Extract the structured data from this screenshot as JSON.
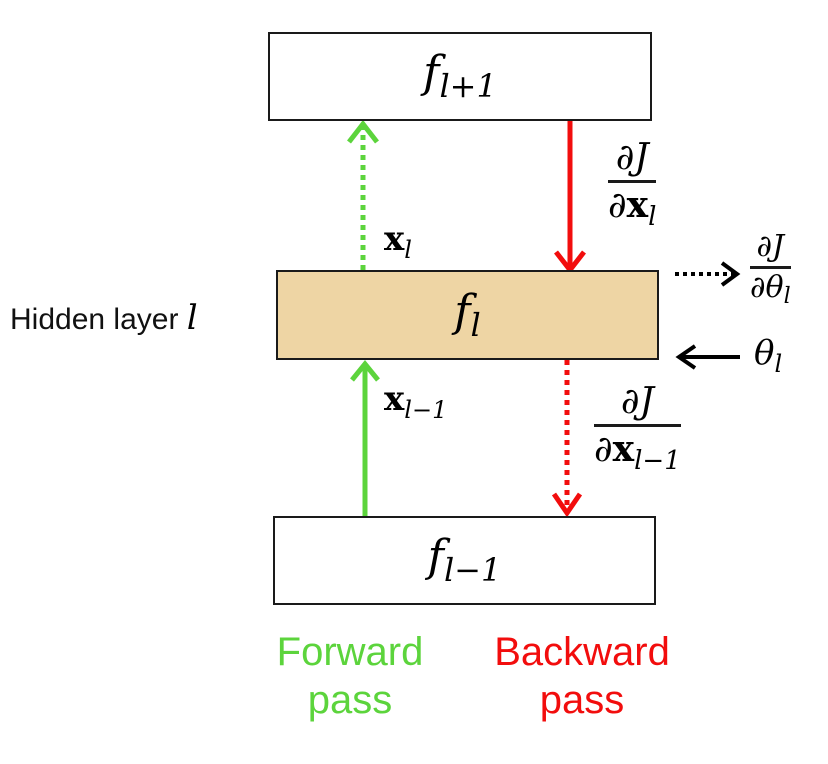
{
  "colors": {
    "forward": "#5cd43c",
    "backward": "#f20d0d",
    "param": "#000000",
    "hidden_fill": "#eed5a4",
    "box_border": "#1a1a1a"
  },
  "boxes": {
    "upper": {
      "symbol": "f",
      "subscript": "l+1"
    },
    "hidden": {
      "symbol": "f",
      "subscript": "l"
    },
    "lower": {
      "symbol": "f",
      "subscript": "l−1"
    }
  },
  "hidden_layer_label": {
    "text": "Hidden layer",
    "symbol": "l"
  },
  "labels": {
    "x_l": {
      "symbol": "x",
      "subscript": "l"
    },
    "x_l_minus_1": {
      "symbol": "x",
      "subscript": "l−1"
    },
    "dJ_dxl": {
      "numerator": "∂J",
      "denominator": "∂x",
      "subscript": "l"
    },
    "dJ_dxl_minus_1": {
      "numerator": "∂J",
      "denominator": "∂x",
      "subscript": "l−1"
    },
    "dJ_dtheta": {
      "numerator": "∂J",
      "denominator": "∂θ",
      "subscript": "l"
    },
    "theta": {
      "symbol": "θ",
      "subscript": "l"
    }
  },
  "arrows": [
    {
      "name": "forward-arrow-xl",
      "from": "hidden",
      "to": "upper",
      "style": "dotted",
      "color": "forward"
    },
    {
      "name": "forward-arrow-xl-minus-1",
      "from": "lower",
      "to": "hidden",
      "style": "solid",
      "color": "forward"
    },
    {
      "name": "backward-arrow-dJ-dxl",
      "from": "upper",
      "to": "hidden",
      "style": "solid",
      "color": "backward"
    },
    {
      "name": "backward-arrow-dJ-dxl-minus-1",
      "from": "hidden",
      "to": "lower",
      "style": "dotted",
      "color": "backward"
    },
    {
      "name": "param-gradient-arrow",
      "from": "hidden",
      "to": "dJ_dtheta",
      "style": "dotted",
      "color": "param"
    },
    {
      "name": "param-input-arrow",
      "from": "theta",
      "to": "hidden",
      "style": "solid",
      "color": "param"
    }
  ],
  "legend": {
    "forward": {
      "line1": "Forward",
      "line2": "pass"
    },
    "backward": {
      "line1": "Backward",
      "line2": "pass"
    }
  }
}
